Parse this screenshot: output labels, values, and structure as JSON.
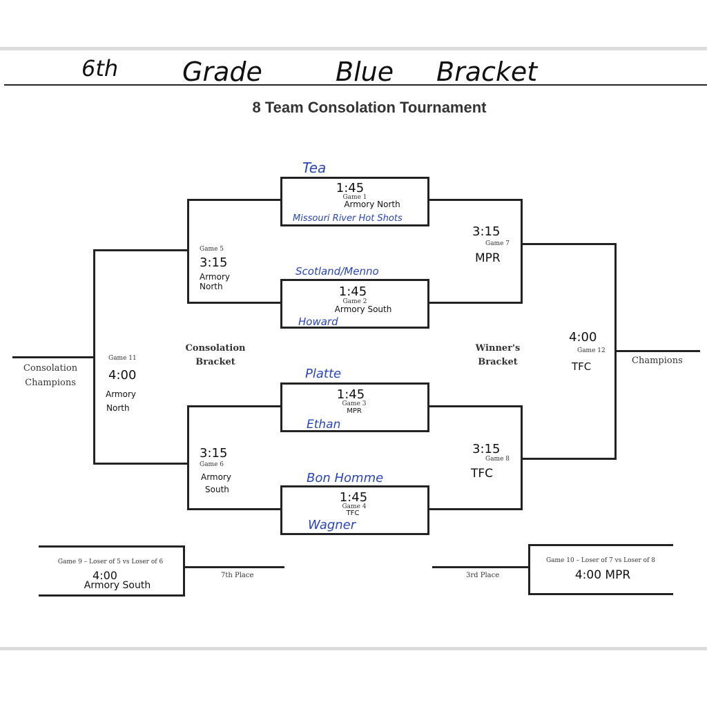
{
  "header": {
    "handwritten_title": [
      "6th",
      "Grade",
      "Blue",
      "Bracket"
    ]
  },
  "title": "8 Team Consolation Tournament",
  "games": {
    "g1": {
      "label": "Game 1",
      "time": "1:45",
      "location": "Armory North",
      "team_top": "Tea",
      "team_bottom": "Missouri River Hot Shots"
    },
    "g2": {
      "label": "Game 2",
      "time": "1:45",
      "location": "Armory South",
      "team_top": "Scotland/Menno",
      "team_bottom": "Howard"
    },
    "g3": {
      "label": "Game 3",
      "time": "1:45",
      "location": "MPR",
      "team_top": "Platte",
      "team_bottom": "Ethan"
    },
    "g4": {
      "label": "Game 4",
      "time": "1:45",
      "location": "TFC",
      "team_top": "Bon Homme",
      "team_bottom": "Wagner"
    },
    "g5": {
      "label": "Game 5",
      "time": "3:15",
      "location": [
        "Armory",
        "North"
      ]
    },
    "g6": {
      "label": "Game 6",
      "time": "3:15",
      "location": [
        "Armory",
        "South"
      ]
    },
    "g7": {
      "label": "Game 7",
      "time": "3:15",
      "location": "MPR"
    },
    "g8": {
      "label": "Game 8",
      "time": "3:15",
      "location": "TFC"
    },
    "g9": {
      "label": "Game 9 – Loser of 5 vs Loser of 6",
      "time": "4:00",
      "location": "Armory South",
      "place": "7th Place"
    },
    "g10": {
      "label": "Game 10 – Loser of 7 vs Loser of 8",
      "time_location": "4:00 MPR",
      "place": "3rd Place"
    },
    "g11": {
      "label": "Game 11",
      "time": "4:00",
      "location": [
        "Armory",
        "North"
      ]
    },
    "g12": {
      "label": "Game 12",
      "time": "4:00",
      "location": "TFC"
    }
  },
  "labels": {
    "consolation_bracket": [
      "Consolation",
      "Bracket"
    ],
    "winners_bracket": [
      "Winner's",
      "Bracket"
    ],
    "consolation_champions": [
      "Consolation",
      "Champions"
    ],
    "champions": "Champions"
  }
}
